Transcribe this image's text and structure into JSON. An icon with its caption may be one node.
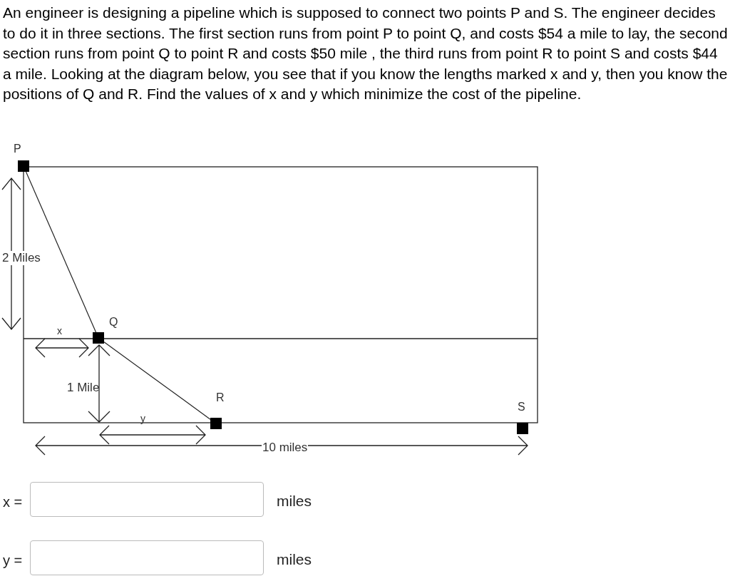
{
  "diagram": {
    "nodes": [
      {
        "text": [
          "P"
        ]
      },
      {
        "text": [
          "Q"
        ]
      },
      {
        "text": [
          "R"
        ]
      },
      {
        "text": [
          "S"
        ]
      }
    ],
    "edges": [
      {
        "from": 0,
        "to": 1,
        "arrow": "none"
      },
      {
        "from": 1,
        "to": 2,
        "arrow": "none"
      }
    ],
    "labels": [
      "An engineer is designing a pipeline which is supposed to connect two points P and S. The engineer decides to do it in three sections. The first section runs from point P to point Q, and costs $54 a mile to lay, the second section runs from point Q to point R and costs $50 mile , the third runs from point R to point S and costs $44 a mile. Looking at the diagram below, you see that if you know the lengths marked x and y, then you know the positions of Q and R. Find the values of x and y which minimize the cost of the pipeline.",
      "2 Miles",
      "x",
      "1 Mile",
      "y",
      "10 miles",
      "x =",
      "miles",
      "y =",
      "miles"
    ]
  }
}
